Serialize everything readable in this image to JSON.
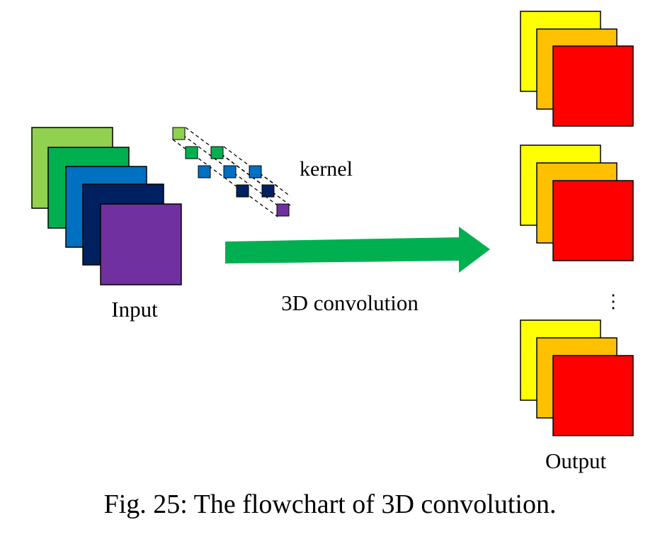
{
  "labels": {
    "kernel": "kernel",
    "input": "Input",
    "operation": "3D convolution",
    "output": "Output",
    "ellipsis": "⋮"
  },
  "caption": "Fig. 25: The flowchart of 3D convolution.",
  "colors": {
    "input_layers": [
      "#92d050",
      "#00b050",
      "#0070c0",
      "#002060",
      "#7030a0"
    ],
    "kernel_cells": [
      "#92d050",
      "#00b050",
      "#00b050",
      "#0070c0",
      "#0070c0",
      "#0070c0",
      "#002060",
      "#002060",
      "#7030a0"
    ],
    "arrow": "#00b050",
    "output_layers": [
      "#ffff00",
      "#ffc000",
      "#ff0000"
    ]
  }
}
